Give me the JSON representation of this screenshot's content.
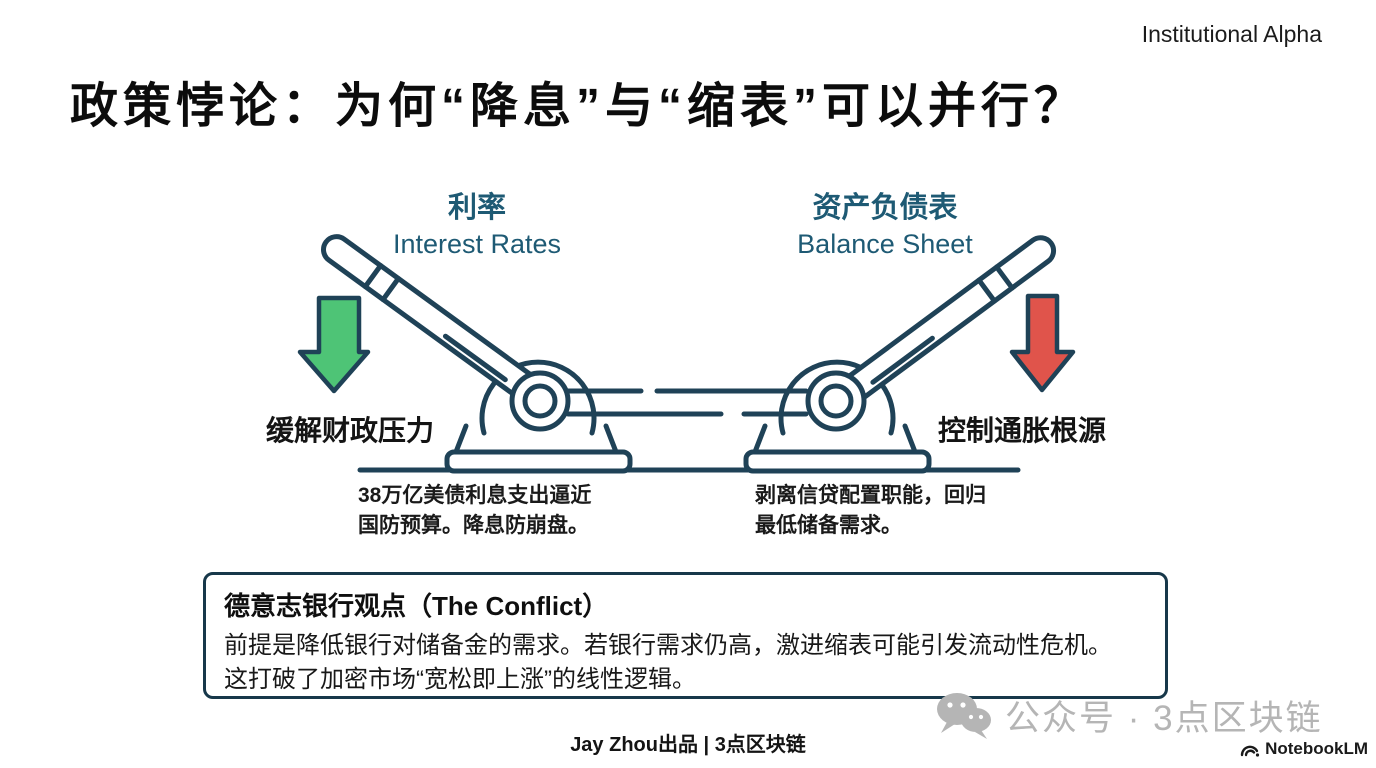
{
  "header": {
    "brand": "Institutional Alpha"
  },
  "title": "政策悖论：为何“降息”与“缩表”可以并行？",
  "diagram": {
    "left": {
      "heading_zh": "利率",
      "heading_en": "Interest Rates",
      "arrow_direction": "down",
      "arrow_color": "#4ec476",
      "side_label": "缓解财政压力",
      "note_line1": "38万亿美债利息支出逼近",
      "note_line2": "国防预算。降息防崩盘。"
    },
    "right": {
      "heading_zh": "资产负债表",
      "heading_en": "Balance Sheet",
      "arrow_direction": "down",
      "arrow_color": "#e0544b",
      "side_label": "控制通胀根源",
      "note_line1": "剥离信贷配置职能，回归",
      "note_line2": "最低储备需求。"
    }
  },
  "callout": {
    "title": "德意志银行观点（The Conflict）",
    "body_line1": "前提是降低银行对储备金的需求。若银行需求仍高，激进缩表可能引发流动性危机。",
    "body_line2": "这打破了加密市场“宽松即上涨”的线性逻辑。"
  },
  "footer": {
    "credit": "Jay Zhou出品 | 3点区块链",
    "watermark": "公众号 · 3点区块链",
    "notebooklm_label": "NotebookLM"
  },
  "colors": {
    "ink": "#1f4257",
    "teal": "#1e5a74",
    "green": "#4ec476",
    "red": "#e0544b",
    "gray": "#b5b5b5",
    "black": "#121212"
  }
}
